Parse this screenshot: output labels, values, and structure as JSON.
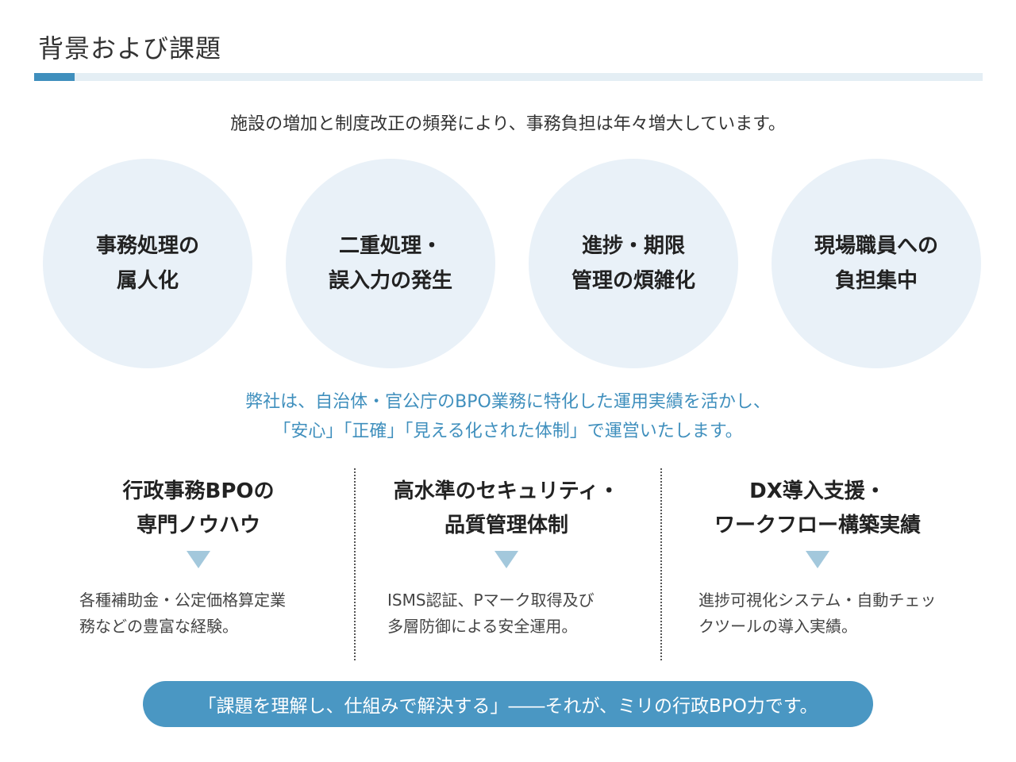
{
  "header": {
    "title": "背景および課題"
  },
  "intro": "施設の増加と制度改正の頻発により、事務負担は年々増大しています。",
  "challenges": [
    {
      "line1": "事務処理の",
      "line2": "属人化"
    },
    {
      "line1": "二重処理・",
      "line2": "誤入力の発生"
    },
    {
      "line1": "進捗・期限",
      "line2": "管理の煩雑化"
    },
    {
      "line1": "現場職員への",
      "line2": "負担集中"
    }
  ],
  "lead": {
    "line1": "弊社は、自治体・官公庁のBPO業務に特化した運用実績を活かし、",
    "line2": "「安心」「正確」「見える化された体制」で運営いたします。"
  },
  "strengths": [
    {
      "title1": "行政事務BPOの",
      "title2": "専門ノウハウ",
      "desc1": "各種補助金・公定価格算定業",
      "desc2": "務などの豊富な経験。"
    },
    {
      "title1": "高水準のセキュリティ・",
      "title2": "品質管理体制",
      "desc1": "ISMS認証、Pマーク取得及び",
      "desc2": "多層防御による安全運用。"
    },
    {
      "title1": "DX導入支援・",
      "title2": "ワークフロー構築実績",
      "desc1": "進捗可視化システム・自動チェッ",
      "desc2": "クツールの導入実績。"
    }
  ],
  "banner": "「課題を理解し、仕組みで解決する」――それが、ミリの行政BPO力です。",
  "colors": {
    "accent": "#3f8fbd",
    "circle_bg": "#e9f1f8",
    "rule_bg": "#e4eef4",
    "arrow": "#a3c8dc",
    "banner_bg": "#4a97c3"
  }
}
